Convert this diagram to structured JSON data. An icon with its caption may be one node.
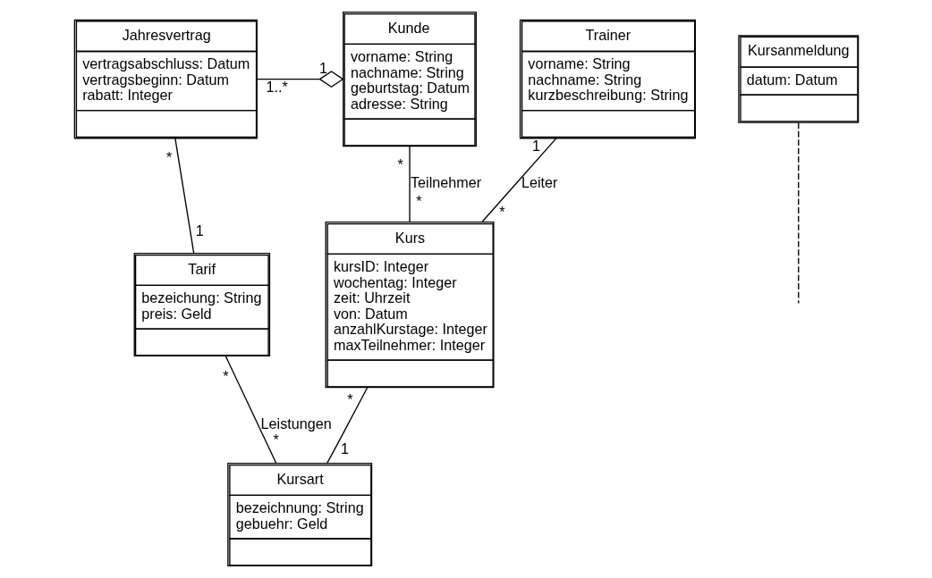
{
  "diagram": {
    "nodes": [
      {
        "text": [
          "Jahresvertrag",
          "vertragsabschluss: Datum",
          "vertragsbeginn: Datum",
          "rabatt: Integer"
        ]
      },
      {
        "text": [
          "Kunde",
          "vorname: String",
          "nachname: String",
          "geburtstag: Datum",
          "adresse: String"
        ]
      },
      {
        "text": [
          "Trainer",
          "vorname: String",
          "nachname: String",
          "kurzbeschreibung: String"
        ]
      },
      {
        "text": [
          "Tarif",
          "bezeichung: String",
          "preis: Geld"
        ]
      },
      {
        "text": [
          "Kurs",
          "kursID: Integer",
          "wochentag: Integer",
          "zeit: Uhrzeit",
          "von: Datum",
          "anzahlKurstage: Integer",
          "maxTeilnehmer: Integer"
        ]
      },
      {
        "text": [
          "Kursanmeldung",
          "datum: Datum"
        ]
      },
      {
        "text": [
          "Kursart",
          "bezeichnung: String",
          "gebuehr: Geld"
        ]
      }
    ],
    "edges": [
      {
        "from": 0,
        "to": 1,
        "arrow": "other"
      },
      {
        "from": 2,
        "to": 4,
        "arrow": "none",
        "label": "Leiter"
      },
      {
        "from": 0,
        "to": 3,
        "arrow": "none"
      },
      {
        "from": 1,
        "to": 4,
        "arrow": "none",
        "label": "Teilnehmer"
      },
      {
        "from": 5,
        "to": null,
        "arrow": "none",
        "style": "dashed"
      },
      {
        "from": 4,
        "to": 6,
        "arrow": "none"
      },
      {
        "from": 3,
        "to": 6,
        "arrow": "none",
        "label": "Leistungen"
      }
    ],
    "labels": [
      "1..*",
      "1",
      "1",
      "*",
      "*",
      "*",
      "*",
      "1",
      "*",
      "*",
      "1",
      "*"
    ]
  }
}
